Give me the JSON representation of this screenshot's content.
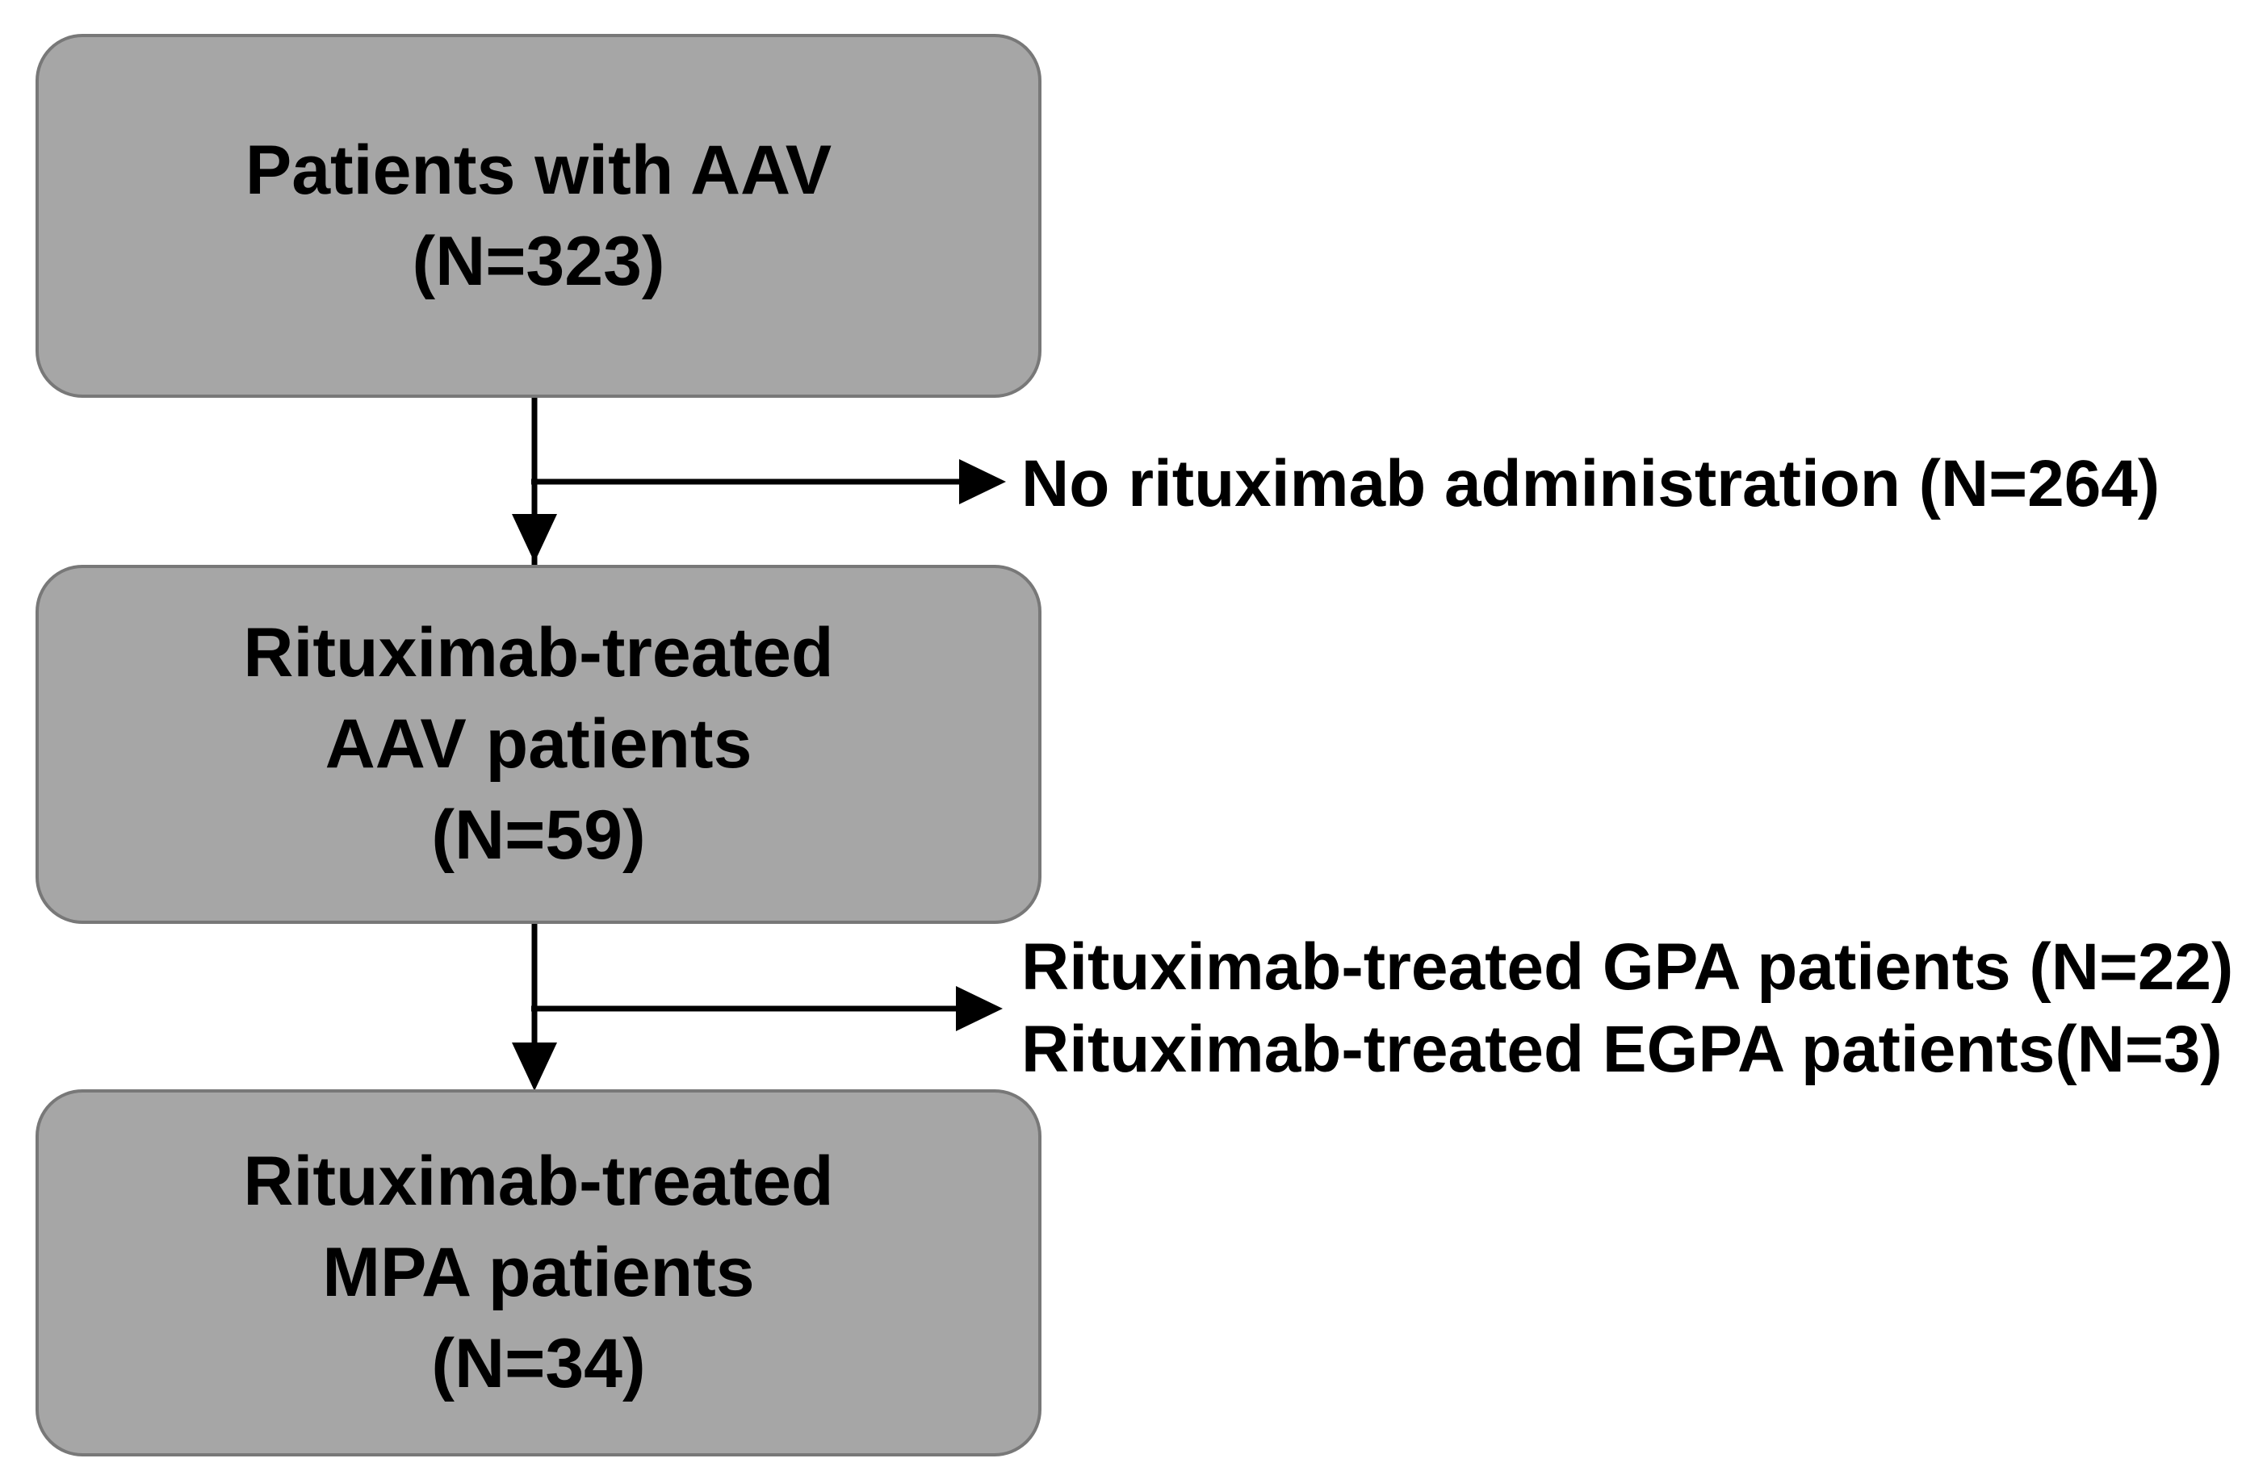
{
  "diagram": {
    "boxes": [
      {
        "id": "patients-aav",
        "lines": [
          "Patients with AAV",
          "(N=323)"
        ]
      },
      {
        "id": "rituximab-aav",
        "lines": [
          "Rituximab-treated",
          "AAV patients",
          "(N=59)"
        ]
      },
      {
        "id": "rituximab-mpa",
        "lines": [
          "Rituximab-treated",
          "MPA patients",
          "(N=34)"
        ]
      }
    ],
    "exclusions": [
      {
        "id": "no-rituximab",
        "lines": [
          "No rituximab administration (N=264)"
        ]
      },
      {
        "id": "gpa-egpa",
        "lines": [
          "Rituximab-treated GPA patients (N=22)",
          "Rituximab-treated EGPA patients(N=3)"
        ]
      }
    ],
    "colors": {
      "box_fill": "#a6a6a6",
      "box_border": "#787878",
      "arrow": "#000000",
      "text": "#000000",
      "background": "#ffffff"
    }
  }
}
